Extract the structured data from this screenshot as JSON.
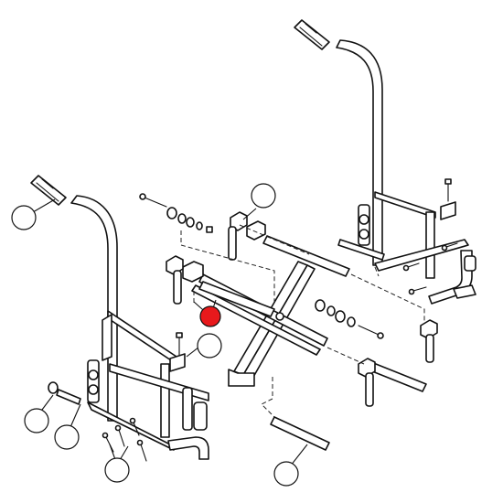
{
  "diagram": {
    "highlight_color": "#e8191c",
    "line_color": "#111111",
    "background": "#ffffff",
    "callouts": [
      {
        "id": "c-left-handle",
        "selected": false
      },
      {
        "id": "c-right-upper",
        "selected": false
      },
      {
        "id": "c-crossbrace",
        "selected": true
      },
      {
        "id": "c-bracket",
        "selected": false
      },
      {
        "id": "c-left-low",
        "selected": false
      },
      {
        "id": "c-axle-pin",
        "selected": false
      },
      {
        "id": "c-bolts",
        "selected": false
      },
      {
        "id": "c-bottom-tube",
        "selected": false
      }
    ]
  }
}
